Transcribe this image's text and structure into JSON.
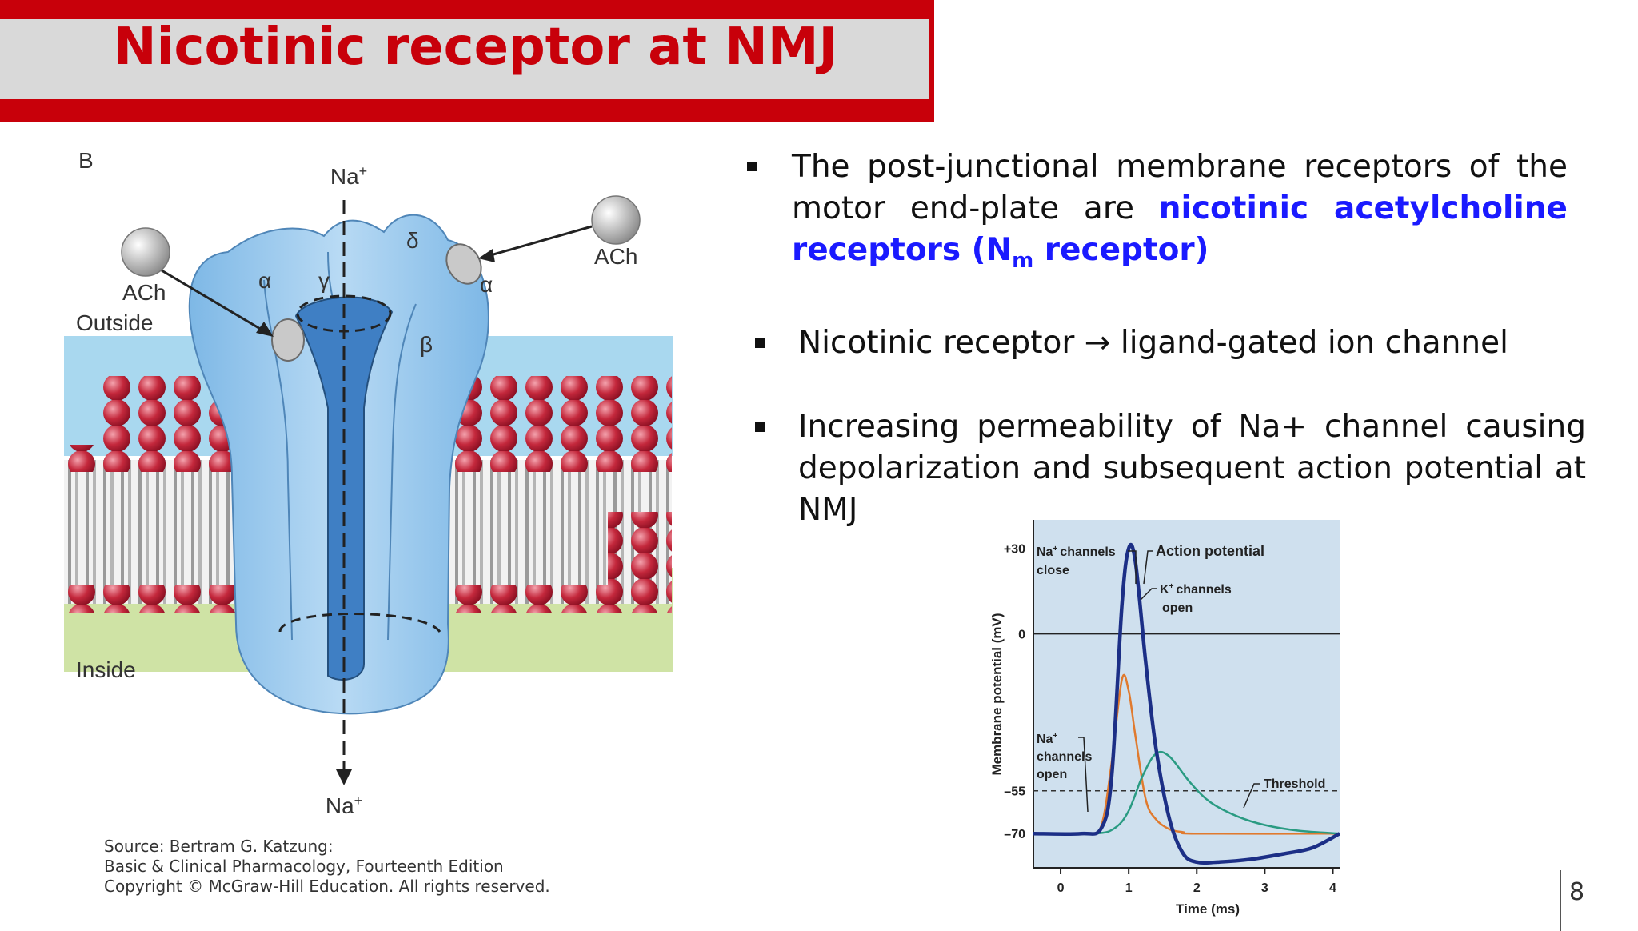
{
  "slide": {
    "title": "Nicotinic receptor at NMJ",
    "page_number": "8",
    "colors": {
      "title_red": "#c8000a",
      "title_bg": "#d9d9d9",
      "highlight_blue": "#1a1aff"
    }
  },
  "figure": {
    "panel_label": "B",
    "na_top": "Na",
    "na_bottom": "Na",
    "ion_charge": "+",
    "ach_left": "ACh",
    "ach_right": "ACh",
    "outside_label": "Outside",
    "inside_label": "Inside",
    "subunits": {
      "alpha_left": "α",
      "gamma": "γ",
      "delta": "δ",
      "alpha_right": "α",
      "beta": "β"
    },
    "source_lines": [
      "Source: Bertram G. Katzung:",
      "Basic & Clinical Pharmacology, Fourteenth Edition",
      "Copyright © McGraw-Hill Education. All rights reserved."
    ]
  },
  "bullets": {
    "b1_text1": "The post-junctional membrane receptors of the motor end-plate are ",
    "b1_highlight1": "nicotinic acetylcholine receptors (N",
    "b1_sub": "m",
    "b1_highlight2": " receptor)",
    "b2_text": "Nicotinic receptor → ligand-gated ion channel",
    "b3_text": "Increasing permeability of Na+ channel causing depolarization and subsequent action potential at NMJ"
  },
  "chart_data": {
    "type": "line",
    "xlabel": "Time (ms)",
    "ylabel": "Membrane potential (mV)",
    "xlim": [
      -0.4,
      4.1
    ],
    "ylim": [
      -82,
      40
    ],
    "x_ticks": [
      "0",
      "1",
      "2",
      "3",
      "4"
    ],
    "y_ticks": [
      "+30",
      "0",
      "–55",
      "–70"
    ],
    "threshold": -55,
    "series": [
      {
        "key": "action_potential",
        "color": "#1c2f86",
        "x": [
          -0.4,
          0.3,
          0.6,
          0.75,
          0.9,
          1.0,
          1.1,
          1.25,
          1.4,
          1.6,
          1.8,
          2.0,
          2.3,
          2.8,
          3.3,
          3.7,
          4.1
        ],
        "y": [
          -70,
          -70,
          -68,
          -50,
          10,
          30,
          25,
          -10,
          -40,
          -65,
          -77,
          -80,
          -80,
          -79,
          -77,
          -75,
          -70
        ]
      },
      {
        "key": "na_conductance",
        "color": "#e07a2e",
        "x": [
          -0.4,
          0.4,
          0.6,
          0.75,
          0.9,
          1.0,
          1.1,
          1.25,
          1.4,
          1.6,
          1.8,
          2.0,
          4.1
        ],
        "y": [
          -70,
          -70,
          -67,
          -45,
          -16,
          -20,
          -36,
          -58,
          -65,
          -68.5,
          -69.5,
          -70,
          -70
        ]
      },
      {
        "key": "k_conductance",
        "color": "#2a9b82",
        "x": [
          -0.4,
          0.5,
          0.8,
          1.0,
          1.2,
          1.4,
          1.6,
          1.9,
          2.2,
          2.6,
          3.0,
          3.5,
          4.1
        ],
        "y": [
          -70,
          -70,
          -68,
          -62,
          -50,
          -42,
          -43,
          -52,
          -59,
          -64,
          -67,
          -69,
          -70
        ]
      }
    ],
    "annotations": {
      "na_close_1": "Na",
      "na_close_2": "channels",
      "na_close_3": "close",
      "action_potential": "Action potential",
      "k_open_1": "K",
      "k_open_2": "channels",
      "k_open_3": "open",
      "na_open_1": "Na",
      "na_open_2": "channels",
      "na_open_3": "open",
      "threshold_label": "Threshold",
      "plus": "+"
    }
  }
}
